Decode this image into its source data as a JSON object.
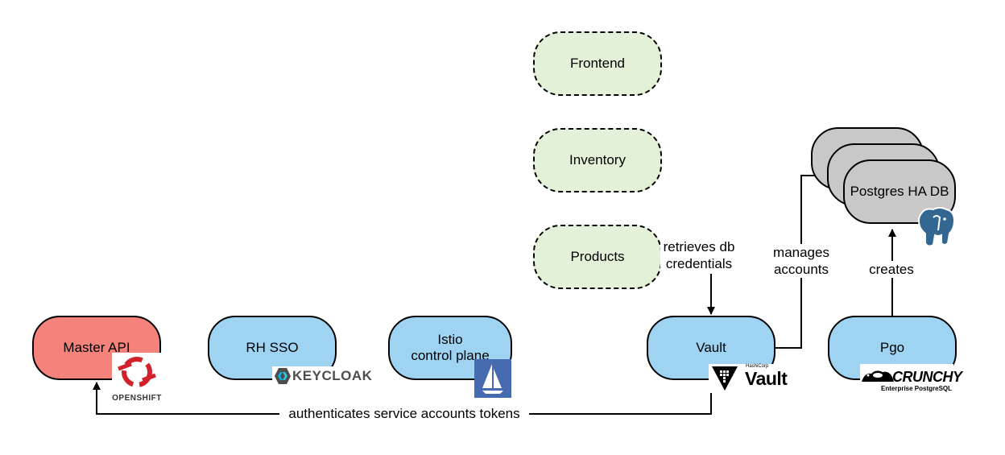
{
  "nodes": {
    "frontend": "Frontend",
    "inventory": "Inventory",
    "products": "Products",
    "master_api": "Master API",
    "rh_sso": "RH SSO",
    "istio_line1": "Istio",
    "istio_line2": "control plane",
    "vault": "Vault",
    "pgo": "Pgo",
    "postgres": "Postgres HA DB"
  },
  "edge_labels": {
    "retrieves_line1": "retrieves db",
    "retrieves_line2": "credentials",
    "manages_line1": "manages",
    "manages_line2": "accounts",
    "creates": "creates",
    "authenticates": "authenticates service accounts tokens"
  },
  "logos": {
    "openshift": "OPENSHIFT",
    "keycloak": "KEYCLOAK",
    "hashicorp": "HashiCorp",
    "vault": "Vault",
    "crunchy": "CRUNCHY",
    "crunchy_sub": "Enterprise PostgreSQL"
  },
  "icons": [
    "openshift-icon",
    "keycloak-icon",
    "istio-icon",
    "vault-icon",
    "crunchy-icon",
    "postgresql-icon"
  ],
  "colors": {
    "app_fill": "#e2f1d7",
    "service_fill": "#9fd3f2",
    "master_fill": "#f5837b",
    "db_fill": "#c8c8c8",
    "openshift_red": "#d3212c",
    "istio_blue": "#466bb0",
    "postgres_blue": "#336791"
  }
}
